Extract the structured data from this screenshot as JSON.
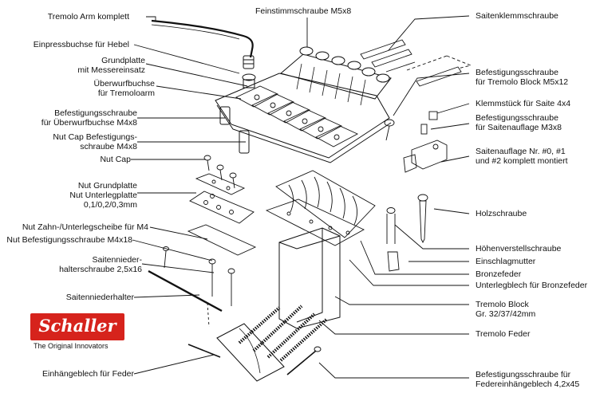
{
  "top": {
    "feinstimmschraube": "Feinstimmschraube M5x8"
  },
  "left": {
    "tremolo_arm": "Tremolo Arm komplett",
    "einpressbuchse": "Einpressbuchse für Hebel",
    "grundplatte_1": "Grundplatte",
    "grundplatte_2": "mit Messereinsatz",
    "ueberwurfbuchse_1": "Überwurfbuchse",
    "ueberwurfbuchse_2": "für Tremoloarm",
    "befestigung_ueberwurf_1": "Befestigungsschraube",
    "befestigung_ueberwurf_2": "für Überwurfbuchse M4x8",
    "nut_cap_bef_1": "Nut Cap Befestigungs-",
    "nut_cap_bef_2": "schraube M4x8",
    "nut_cap": "Nut Cap",
    "nut_grund_1": "Nut Grundplatte",
    "nut_grund_2": "Nut Unterlegplatte",
    "nut_grund_3": "0,1/0,2/0,3mm",
    "nut_zahn": "Nut Zahn-/Unterlegscheibe für M4",
    "nut_bef": "Nut Befestigungsschraube M4x18",
    "saitennieder_1": "Saitennieder-",
    "saitennieder_2": "halterschraube 2,5x16",
    "saitenniederhalter": "Saitenniederhalter",
    "einhaenge": "Einhängeblech für Feder"
  },
  "right": {
    "saitenklemm": "Saitenklemmschraube",
    "bef_block_1": "Befestigungsschraube",
    "bef_block_2": "für Tremolo Block M5x12",
    "klemmstueck": "Klemmstück für Saite 4x4",
    "bef_saitenauflage_1": "Befestigungsschraube",
    "bef_saitenauflage_2": "für Saitenauflage M3x8",
    "saitenauflage_1": "Saitenauflage Nr. #0, #1",
    "saitenauflage_2": "und #2 komplett montiert",
    "holzschraube": "Holzschraube",
    "hoehenverstell": "Höhenverstellschraube",
    "einschlagmutter": "Einschlagmutter",
    "bronzefeder": "Bronzefeder",
    "unterlegblech": "Unterlegblech für Bronzefeder",
    "tremolo_block_1": "Tremolo Block",
    "tremolo_block_2": "Gr. 32/37/42mm",
    "tremolo_feder": "Tremolo Feder",
    "bef_feder_1": "Befestigungsschraube für",
    "bef_feder_2": "Federeinhängeblech 4,2x45"
  },
  "logo": {
    "brand": "Schaller",
    "tagline": "The Original Innovators",
    "brand_color": "#d6231c"
  }
}
